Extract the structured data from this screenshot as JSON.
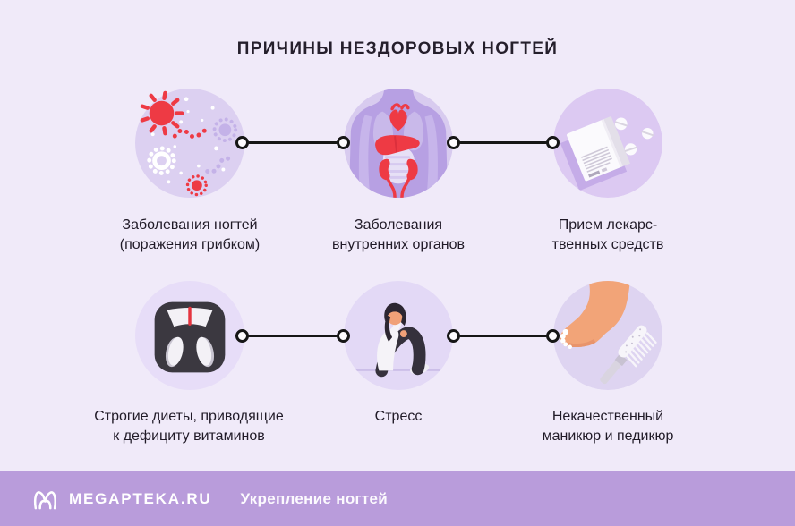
{
  "title": "ПРИЧИНЫ НЕЗДОРОВЫХ НОГТЕЙ",
  "causes": [
    {
      "icon": "fungus-germs-icon",
      "label": "Заболевания ногтей\n(поражения грибком)"
    },
    {
      "icon": "internal-organs-icon",
      "label": "Заболевания\nвнутренних органов"
    },
    {
      "icon": "medicine-box-pills-icon",
      "label": "Прием лекарс-\nтвенных средств"
    },
    {
      "icon": "weight-scale-icon",
      "label": "Строгие диеты, приводящие\nк дефициту витаминов"
    },
    {
      "icon": "stressed-person-icon",
      "label": "Стресс"
    },
    {
      "icon": "foot-pedicure-brush-icon",
      "label": "Некачественный\nманикюр и педикюр"
    }
  ],
  "footer": {
    "brand": "MEGAPTEKA.RU",
    "tagline": "Укрепление ногтей"
  },
  "colors": {
    "background": "#F0EAF9",
    "circle_fill": "#DCD0F1",
    "accent_red": "#EE3A44",
    "skin": "#F2A478",
    "footer_bar": "#B99CDB",
    "text": "#201A27",
    "connector": "#161616"
  }
}
